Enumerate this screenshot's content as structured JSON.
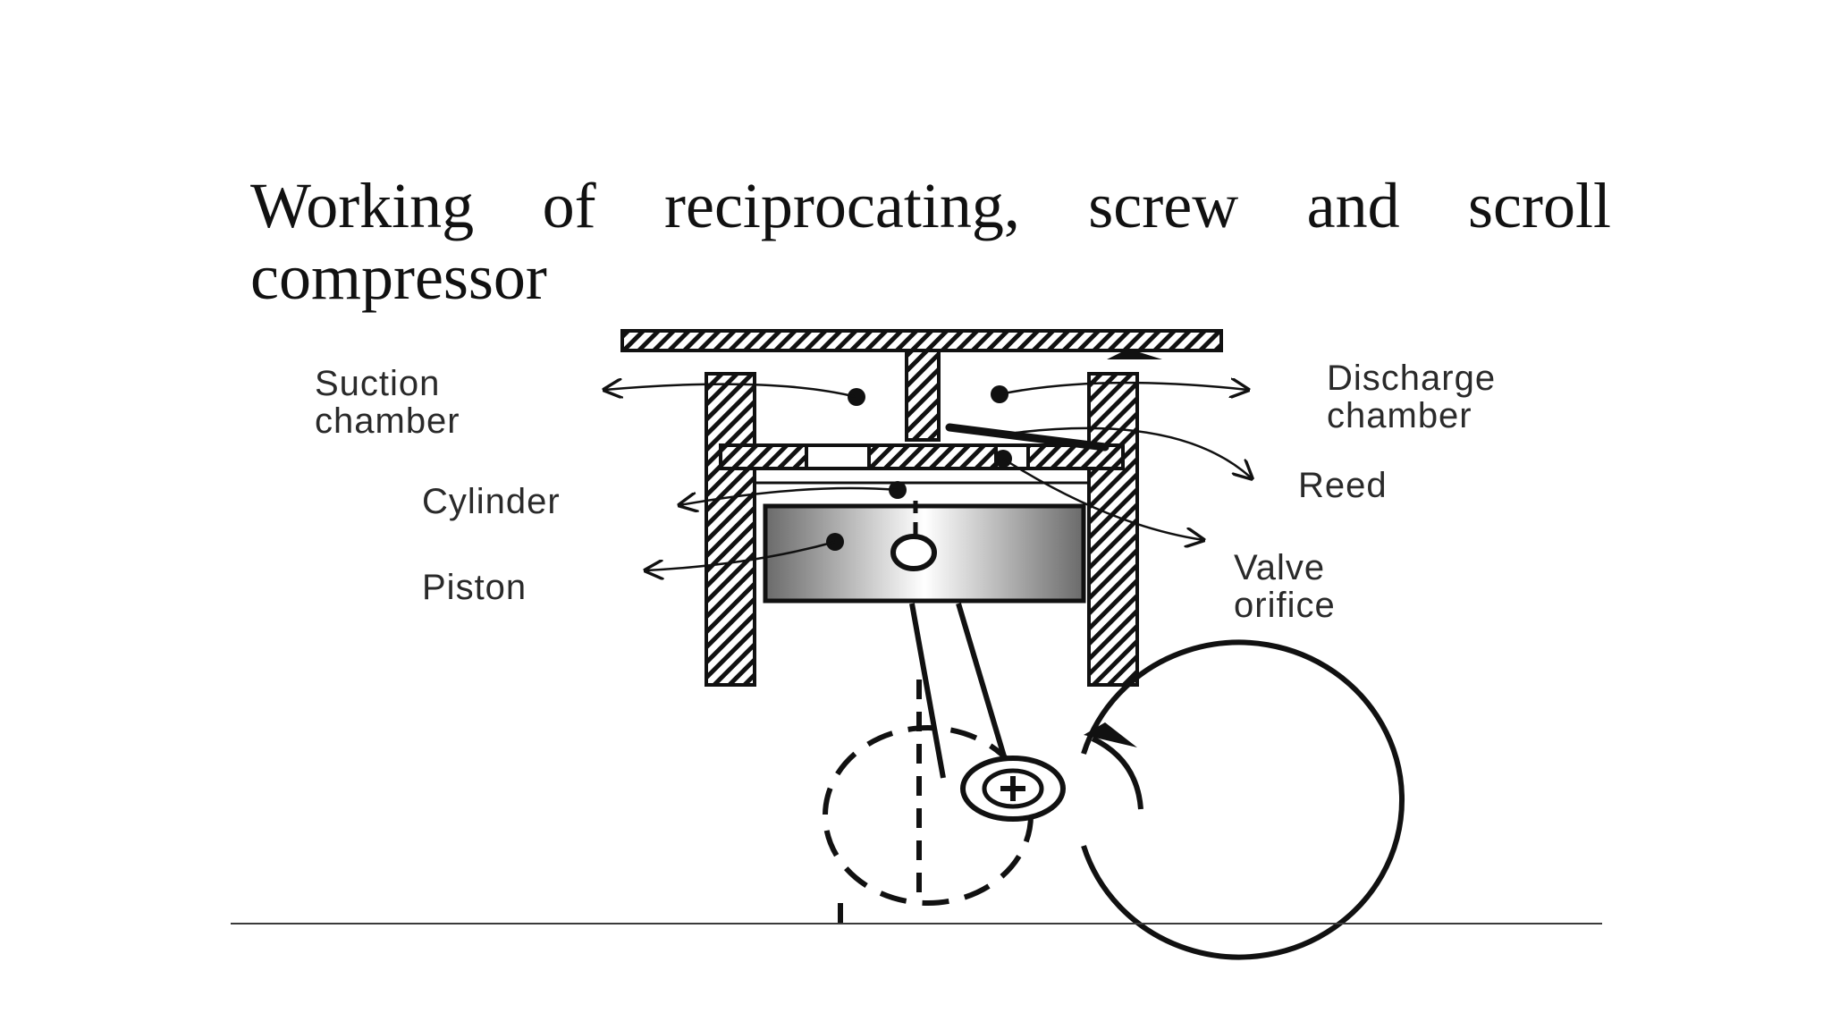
{
  "slide": {
    "title": "Working of reciprocating, screw and scroll compressor"
  },
  "diagram": {
    "labels": {
      "suction_line1": "Suction",
      "suction_line2": "chamber",
      "discharge_line1": "Discharge",
      "discharge_line2": "chamber",
      "cylinder": "Cylinder",
      "piston": "Piston",
      "reed": "Reed",
      "valve_line1": "Valve",
      "valve_line2": "orifice"
    },
    "colors": {
      "ink": "#111111",
      "label_text": "#2a2a2a",
      "background": "#ffffff"
    }
  }
}
